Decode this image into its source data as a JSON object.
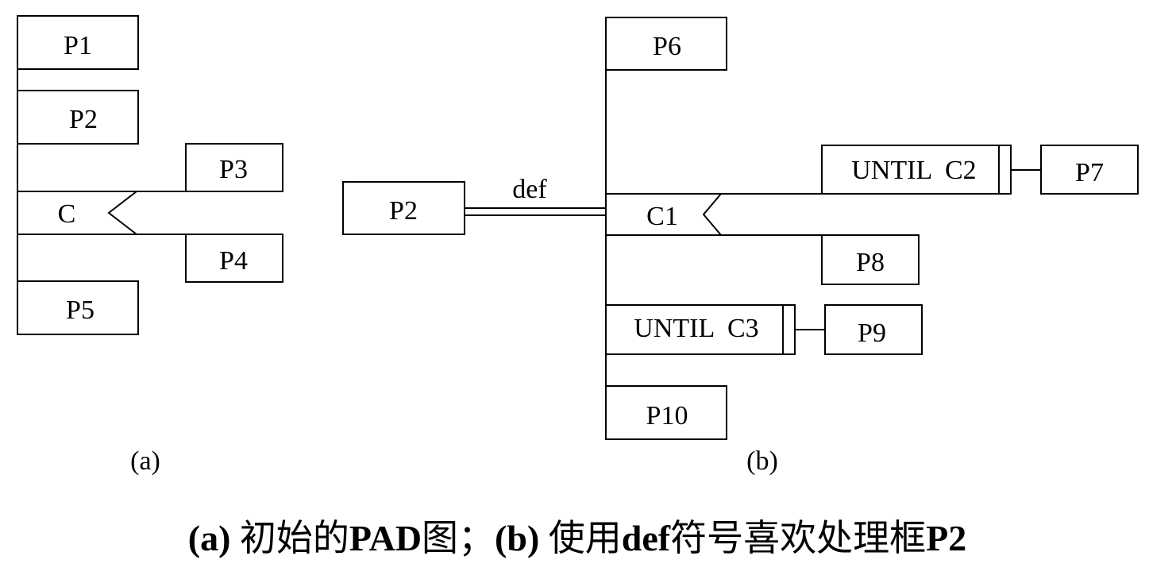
{
  "diagram_a": {
    "boxes": {
      "p1": "P1",
      "p2": "P2",
      "p3": "P3",
      "p4": "P4",
      "p5": "P5"
    },
    "condition": "C",
    "label": "(a)"
  },
  "diagram_b": {
    "boxes": {
      "p2": "P2",
      "p6": "P6",
      "p7": "P7",
      "p8": "P8",
      "p9": "P9",
      "p10": "P10"
    },
    "def_label": "def",
    "condition": "C1",
    "until_c2": "UNTIL  C2",
    "until_c3": "UNTIL  C3",
    "label": "(b)"
  },
  "caption": {
    "part_a_tag": "(a)",
    "part_a_text": " 初始的",
    "part_a_bold": "PAD",
    "part_a_end": "图；",
    "part_b_tag": "(b)",
    "part_b_text": " 使用",
    "part_b_bold": "def",
    "part_b_mid": "符号喜欢处理框",
    "part_b_box": "P2"
  }
}
